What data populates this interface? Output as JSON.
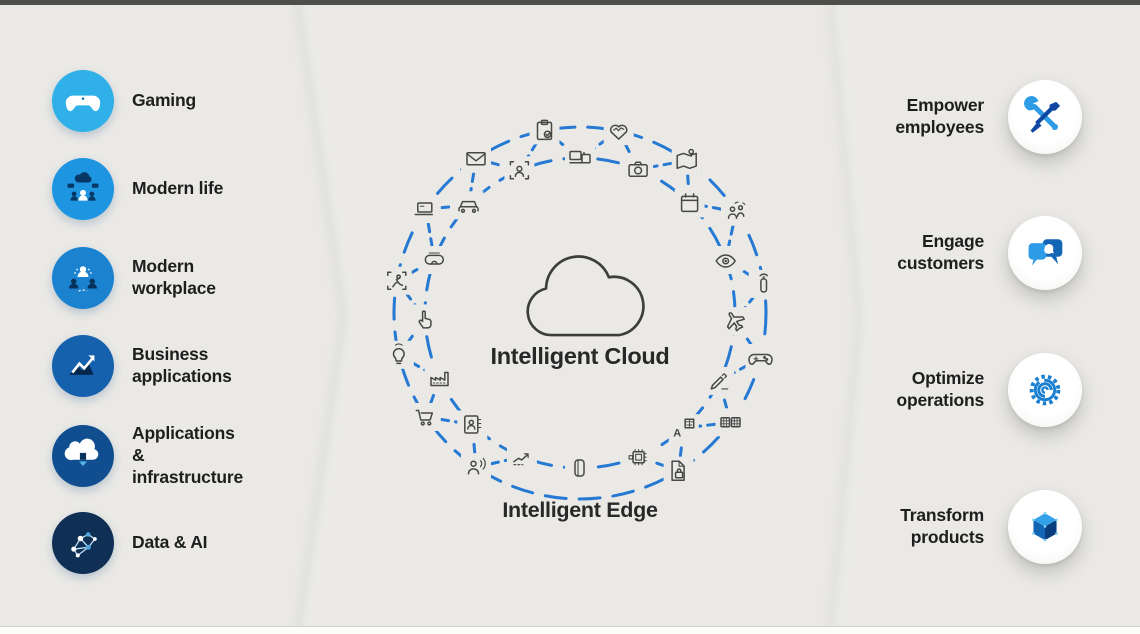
{
  "slide": {
    "background_color": "#eae9e6",
    "top_bar_color": "#4e4e4c",
    "left_panel": {
      "items": [
        {
          "label": "Gaming",
          "icon": "gaming-controller",
          "color": "#2fb0e8"
        },
        {
          "label": "Modern life",
          "icon": "modern-life-network",
          "color": "#1d95e0"
        },
        {
          "label": "Modern workplace",
          "icon": "modern-workplace-people",
          "color": "#1a82cf"
        },
        {
          "label": "Business applications",
          "icon": "business-growth-chart",
          "color": "#1561ad"
        },
        {
          "label": "Applications & infrastructure",
          "icon": "cloud-infrastructure",
          "color": "#114e90"
        },
        {
          "label": "Data & AI",
          "icon": "data-ai-network",
          "color": "#0f2f55"
        }
      ]
    },
    "center": {
      "cloud_label": "Intelligent Cloud",
      "edge_label": "Intelligent Edge",
      "ring_color": "#2579d3",
      "ring_icon_color": "#474747",
      "outer_ring_icons": [
        {
          "name": "clipboard-check",
          "angle": 349
        },
        {
          "name": "heart-pulse",
          "angle": 12
        },
        {
          "name": "map-pin",
          "angle": 35
        },
        {
          "name": "people-wireless",
          "angle": 57
        },
        {
          "name": "smart-speaker",
          "angle": 81
        },
        {
          "name": "game-controller",
          "angle": 104
        },
        {
          "name": "media-library",
          "angle": 126
        },
        {
          "name": "document-lock",
          "angle": 148
        },
        {
          "name": "person-broadcast",
          "angle": 214
        },
        {
          "name": "shopping-cart",
          "angle": 236
        },
        {
          "name": "smart-lightbulb",
          "angle": 257
        },
        {
          "name": "motion-capture",
          "angle": 280
        },
        {
          "name": "laptop",
          "angle": 304
        },
        {
          "name": "envelope",
          "angle": 326
        }
      ],
      "inner_ring_icons": [
        {
          "name": "devices",
          "angle": 0
        },
        {
          "name": "camera",
          "angle": 22
        },
        {
          "name": "calendar",
          "angle": 45
        },
        {
          "name": "eye",
          "angle": 70
        },
        {
          "name": "airplane",
          "angle": 93
        },
        {
          "name": "pen",
          "angle": 116
        },
        {
          "name": "translate",
          "angle": 138
        },
        {
          "name": "chip",
          "angle": 158
        },
        {
          "name": "foldable-phone",
          "angle": 180
        },
        {
          "name": "trend-chart",
          "angle": 202
        },
        {
          "name": "contact-book",
          "angle": 224
        },
        {
          "name": "factory",
          "angle": 245
        },
        {
          "name": "hand-cursor",
          "angle": 268
        },
        {
          "name": "vr-headset",
          "angle": 290
        },
        {
          "name": "car",
          "angle": 314
        },
        {
          "name": "face-scan",
          "angle": 337
        }
      ]
    },
    "right_panel": {
      "items": [
        {
          "label": "Empower employees",
          "icon": "crossed-tools"
        },
        {
          "label": "Engage customers",
          "icon": "chat-bubbles"
        },
        {
          "label": "Optimize operations",
          "icon": "gear-spiral"
        },
        {
          "label": "Transform products",
          "icon": "cube-3d"
        }
      ]
    }
  }
}
